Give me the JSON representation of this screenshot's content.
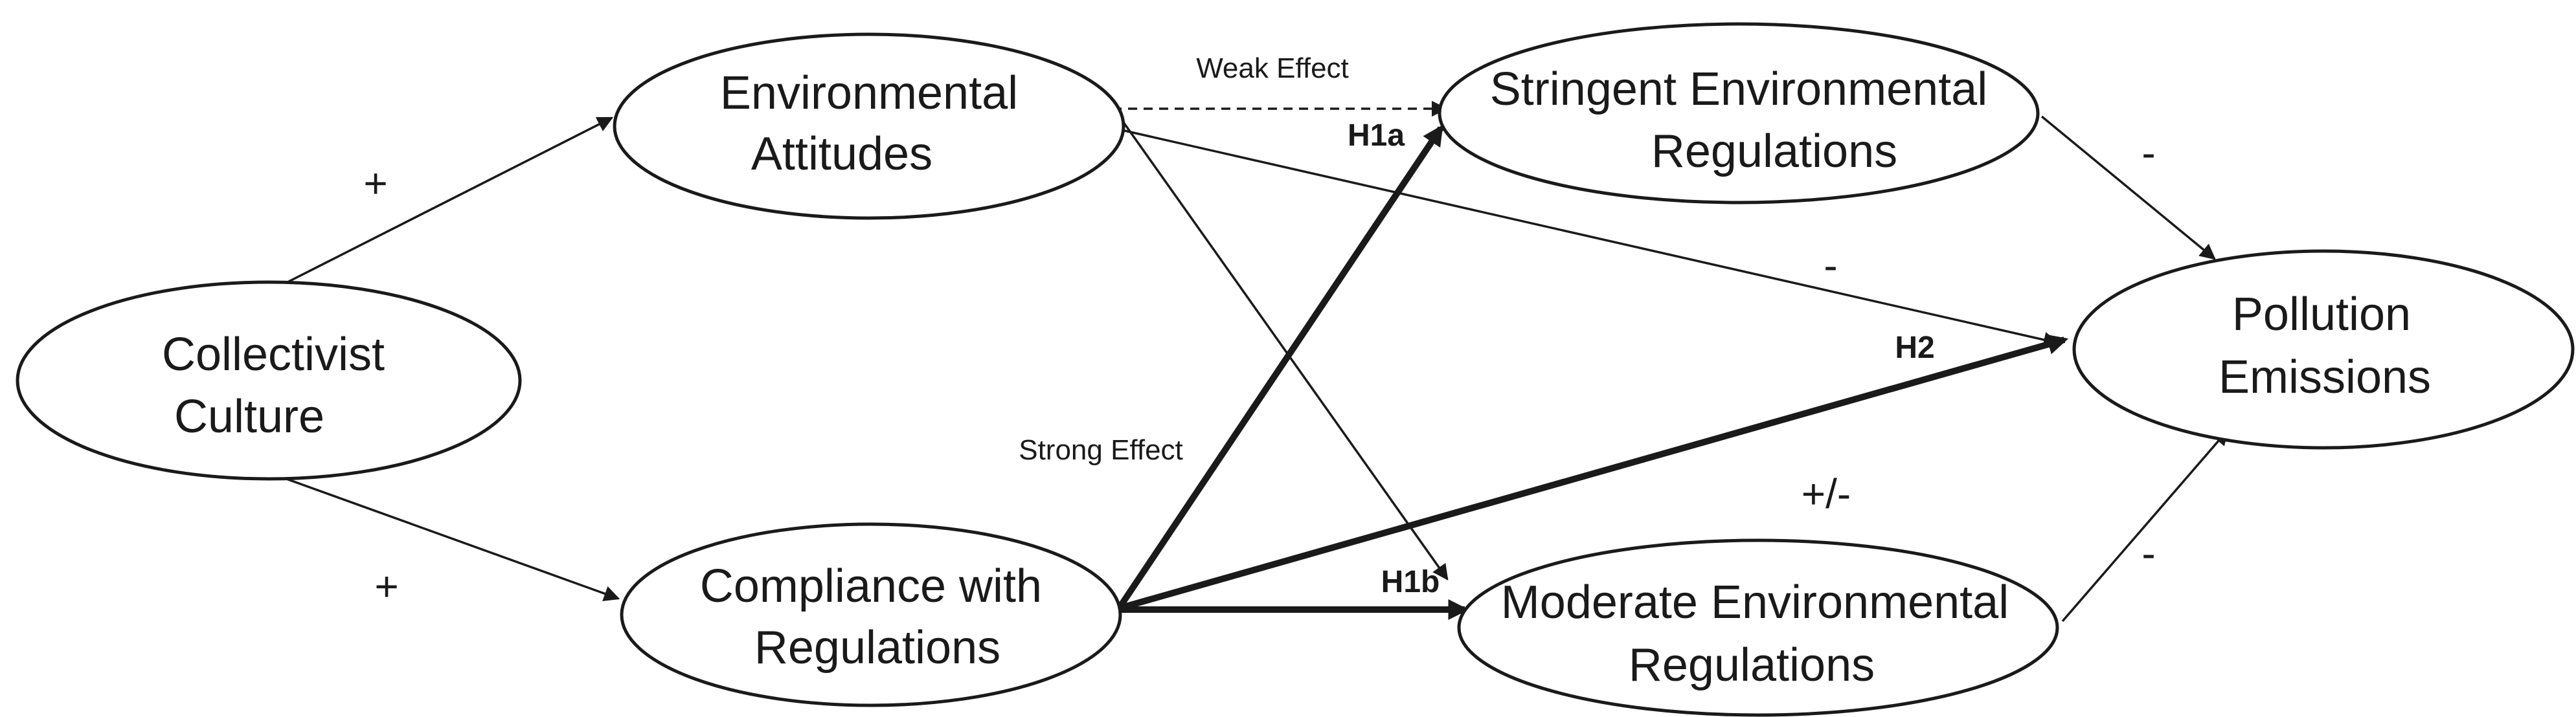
{
  "nodes": {
    "collectivist_culture": {
      "line1": "Collectivist",
      "line2": "Culture"
    },
    "environmental_attitudes": {
      "line1": "Environmental",
      "line2": "Attitudes"
    },
    "compliance_with_regulations": {
      "line1": "Compliance with",
      "line2": "Regulations"
    },
    "stringent_regulations": {
      "line1": "Stringent Environmental",
      "line2": "Regulations"
    },
    "moderate_regulations": {
      "line1": "Moderate Environmental",
      "line2": "Regulations"
    },
    "pollution_emissions": {
      "line1": "Pollution",
      "line2": "Emissions"
    }
  },
  "edge_labels": {
    "culture_to_attitudes_sign": "+",
    "culture_to_compliance_sign": "+",
    "weak_effect": "Weak Effect",
    "strong_effect": "Strong Effect",
    "h1a": "H1a",
    "h1b": "H1b",
    "h2": "H2",
    "attitudes_to_emissions_sign": "-",
    "compliance_to_emissions_sign": "+/-",
    "stringent_to_emissions_sign": "-",
    "moderate_to_emissions_sign": "-"
  },
  "colors": {
    "ink": "#1a1a1a",
    "background": "#ffffff"
  }
}
